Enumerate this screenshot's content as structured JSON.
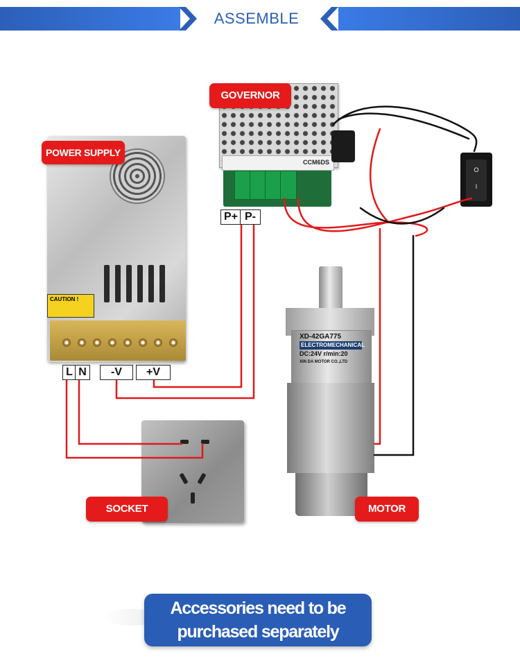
{
  "header": {
    "title": "ASSEMBLE"
  },
  "labels": {
    "power_supply": "POWER SUPPLY",
    "governor": "GOVERNOR",
    "socket": "SOCKET",
    "motor": "MOTOR"
  },
  "terminals": {
    "psu": [
      "L",
      "N",
      "-V",
      "+V"
    ],
    "governor": [
      "P+",
      "P-"
    ]
  },
  "product_text": {
    "psu_caution": "CAUTION !",
    "governor_model": "CCM6DS",
    "motor_model": "XD-42GA775",
    "motor_band": "ELECTROMECHANICAL",
    "motor_spec": "DC:24V   r/min:20",
    "motor_maker": "XIN DA MOTOR CO.,LTD"
  },
  "notice": {
    "line1": "Accessories need to be",
    "line2": "purchased separately"
  },
  "colors": {
    "banner": "#2c5fb8",
    "tag": "#e51b1b",
    "wire_red": "#e01a1a",
    "wire_black": "#111111",
    "notice": "#2a5db5"
  }
}
